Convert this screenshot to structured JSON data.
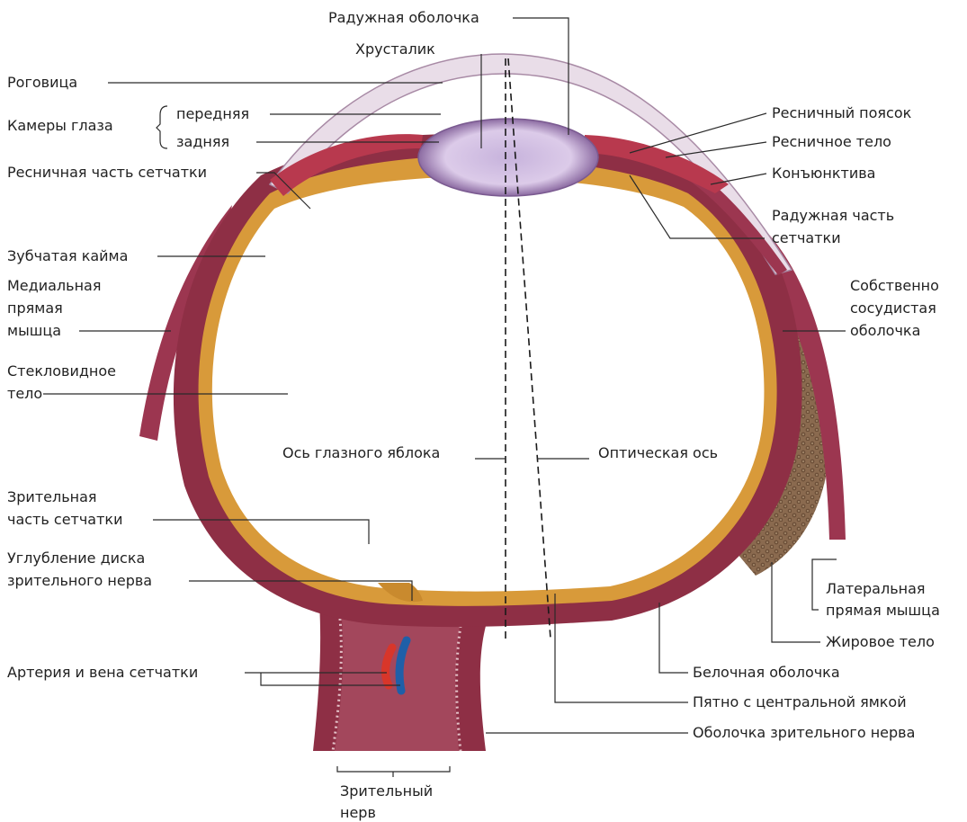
{
  "labels": {
    "radughnaya_obolochka": "Радужная оболочка",
    "khrustalik": "Хрусталик",
    "rogovitsa": "Роговица",
    "kamery_glaza": "Камеры глаза",
    "perednyaya": "передняя",
    "zadnyaya": "задняя",
    "resnichnaya_chast_setchatki": "Ресничная часть сетчатки",
    "zubchataya_kaima": "Зубчатая кайма",
    "medialnaya_pryamaya_myshtsa_1": "Медиальная",
    "medialnaya_pryamaya_myshtsa_2": "прямая",
    "medialnaya_pryamaya_myshtsa_3": "мышца",
    "steklovidnoe_telo_1": "Стекловидное",
    "steklovidnoe_telo_2": "тело",
    "zritelnaya_chast_setchatki_1": "Зрительная",
    "zritelnaya_chast_setchatki_2": "часть сетчатки",
    "uglublenie_diska_1": "Углубление диска",
    "uglublenie_diska_2": "зрительного нерва",
    "arteriya_i_vena": "Артерия и вена сетчатки",
    "zritelny_nerv_1": "Зрительный",
    "zritelny_nerv_2": "нерв",
    "resnichny_poyasok": "Ресничный поясок",
    "resnichnoe_telo": "Ресничное тело",
    "konyunktiva": "Конъюнктива",
    "raduzhnaya_chast_setchatki_1": "Радужная часть",
    "raduzhnaya_chast_setchatki_2": "сетчатки",
    "sobstvenno_sosudistaya_1": "Собственно",
    "sobstvenno_sosudistaya_2": "сосудистая",
    "sobstvenno_sosudistaya_3": "оболочка",
    "os_glaznogo_yabloka": "Ось глазного яблока",
    "opticheskaya_os": "Оптическая ось",
    "lateralnaya_pryamaya_myshtsa_1": "Латеральная",
    "lateralnaya_pryamaya_myshtsa_2": "прямая мышца",
    "zhirovoe_telo": "Жировое тело",
    "belochnaya_obolochka": "Белочная оболочка",
    "pyatno_s_yamkoi": "Пятно с центральной ямкой",
    "obolochka_zritelnogo_nerva": "Оболочка зрительного нерва"
  },
  "colors": {
    "sclera": "#8e2f45",
    "sclera_dark": "#6e2033",
    "choroid_band": "#d89a3a",
    "fat": "#7d6048",
    "vitreous": "#ffffff",
    "lens": "#d9c6e6",
    "cornea": "#e9dde8",
    "artery": "#d8362a",
    "vein": "#1f5fa8"
  }
}
